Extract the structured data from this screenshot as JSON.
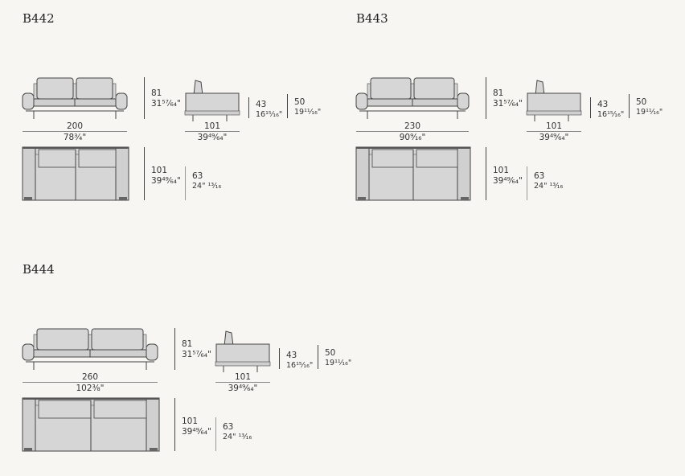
{
  "models": [
    {
      "name": "B442",
      "width_cm": "200",
      "width_in": "78¾\"",
      "height_cm": "81",
      "height_in": "31⁵⁷⁄₆₄\"",
      "depth_cm": "101",
      "depth_in": "39⁴⁹⁄₆₄\"",
      "seat_h_cm": "43",
      "seat_h_in": "16¹⁵⁄₁₆\"",
      "arm_h_cm": "50",
      "arm_h_in": "19¹¹⁄₁₆\"",
      "top_depth_cm": "101",
      "top_depth_in": "39⁴⁹⁄₆₄\"",
      "seat_depth_cm": "63",
      "seat_depth_in": "24\" ¹³⁄₁₆"
    },
    {
      "name": "B443",
      "width_cm": "230",
      "width_in": "90⁹⁄₁₆\"",
      "height_cm": "81",
      "height_in": "31⁵⁷⁄₆₄\"",
      "depth_cm": "101",
      "depth_in": "39⁴⁹⁄₆₄\"",
      "seat_h_cm": "43",
      "seat_h_in": "16¹⁵⁄₁₆\"",
      "arm_h_cm": "50",
      "arm_h_in": "19¹¹⁄₁₆\"",
      "top_depth_cm": "101",
      "top_depth_in": "39⁴⁹⁄₆₄\"",
      "seat_depth_cm": "63",
      "seat_depth_in": "24\" ¹³⁄₁₆"
    },
    {
      "name": "B444",
      "width_cm": "260",
      "width_in": "102⅜\"",
      "height_cm": "81",
      "height_in": "31⁵⁷⁄₆₄\"",
      "depth_cm": "101",
      "depth_in": "39⁴⁹⁄₆₄\"",
      "seat_h_cm": "43",
      "seat_h_in": "16¹⁵⁄₁₆\"",
      "arm_h_cm": "50",
      "arm_h_in": "19¹¹⁄₁₆\"",
      "top_depth_cm": "101",
      "top_depth_in": "39⁴⁹⁄₆₄\"",
      "seat_depth_cm": "63",
      "seat_depth_in": "24\" ¹³⁄₁₆"
    }
  ],
  "colors": {
    "fill": "#d6d6d6",
    "stroke": "#444444",
    "background": "#f8f6f2"
  }
}
